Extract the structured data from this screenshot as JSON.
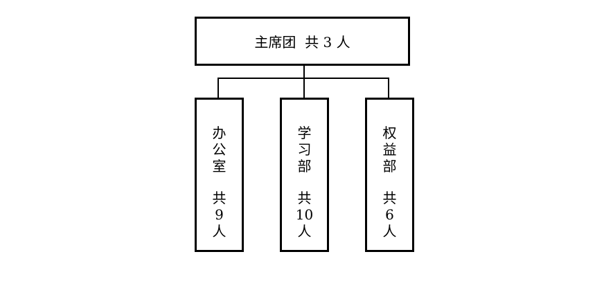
{
  "top": {
    "title": "主席团",
    "count_text": "共 3 人"
  },
  "departments": [
    {
      "name": "办公室",
      "gong": "共",
      "count": "9",
      "ren": "人"
    },
    {
      "name": "学习部",
      "gong": "共",
      "count": "10",
      "ren": "人"
    },
    {
      "name": "权益部",
      "gong": "共",
      "count": "6",
      "ren": "人"
    }
  ]
}
